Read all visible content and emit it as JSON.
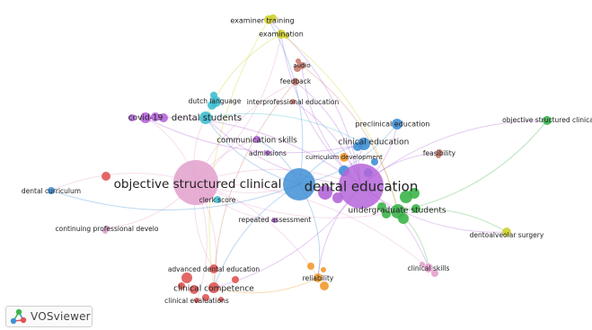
{
  "brand": {
    "name": "VOSviewer",
    "icon": "vosviewer-logo-icon"
  },
  "network": {
    "clusters": {
      "red": "#e05555",
      "blue": "#3f8fd6",
      "purple": "#b565d9",
      "green": "#3cb54a",
      "teal": "#3fbfd0",
      "yellow": "#cfd02f",
      "orange": "#f29a2e",
      "brown": "#c97b6e",
      "pink": "#e3a0cc"
    },
    "nodes": [
      {
        "id": "dental-education",
        "label": "dental education",
        "cluster": "purple"
      },
      {
        "id": "dental-education-blue",
        "label": "",
        "cluster": "blue"
      },
      {
        "id": "osce-main",
        "label": "objective structured clinical",
        "cluster": "pink"
      },
      {
        "id": "undergraduate-students",
        "label": "undergraduate students",
        "cluster": "green"
      },
      {
        "id": "clinical-education",
        "label": "clinical education",
        "cluster": "blue"
      },
      {
        "id": "preclinical-education",
        "label": "preclinical education",
        "cluster": "blue"
      },
      {
        "id": "dental-students",
        "label": "dental students",
        "cluster": "teal"
      },
      {
        "id": "covid-19",
        "label": "covid-19",
        "cluster": "purple"
      },
      {
        "id": "dutch-language",
        "label": "dutch language",
        "cluster": "teal"
      },
      {
        "id": "communication-skills",
        "label": "communication skills",
        "cluster": "purple"
      },
      {
        "id": "interprofessional-education",
        "label": "interprofessional education",
        "cluster": "brown"
      },
      {
        "id": "feedback",
        "label": "feedback",
        "cluster": "brown"
      },
      {
        "id": "audio",
        "label": "audio",
        "cluster": "brown"
      },
      {
        "id": "examination",
        "label": "examination",
        "cluster": "yellow"
      },
      {
        "id": "examiner-training",
        "label": "examiner training",
        "cluster": "yellow"
      },
      {
        "id": "admissions",
        "label": "admissions",
        "cluster": "purple"
      },
      {
        "id": "curriculum-development",
        "label": "curriculum development",
        "cluster": "orange"
      },
      {
        "id": "feasibility",
        "label": "feasibility",
        "cluster": "brown"
      },
      {
        "id": "osce-right",
        "label": "objective structured clinica",
        "cluster": "green"
      },
      {
        "id": "dental-curriculum",
        "label": "dental curriculum",
        "cluster": "blue"
      },
      {
        "id": "clerk-score",
        "label": "clerk score",
        "cluster": "teal"
      },
      {
        "id": "repeated-assessment",
        "label": "repeated assessment",
        "cluster": "purple"
      },
      {
        "id": "continuing-professional",
        "label": "continuing professional develo",
        "cluster": "pink"
      },
      {
        "id": "dentoalveolar-surgery",
        "label": "dentoalveolar surgery",
        "cluster": "yellow"
      },
      {
        "id": "clinical-skills",
        "label": "clinical skills",
        "cluster": "pink"
      },
      {
        "id": "reliability",
        "label": "reliability",
        "cluster": "orange"
      },
      {
        "id": "advanced-dental-education",
        "label": "advanced dental education",
        "cluster": "red"
      },
      {
        "id": "clinical-competence",
        "label": "clinical competence",
        "cluster": "red"
      },
      {
        "id": "clinical-evaluations",
        "label": "clinical evaluations",
        "cluster": "red"
      }
    ]
  }
}
